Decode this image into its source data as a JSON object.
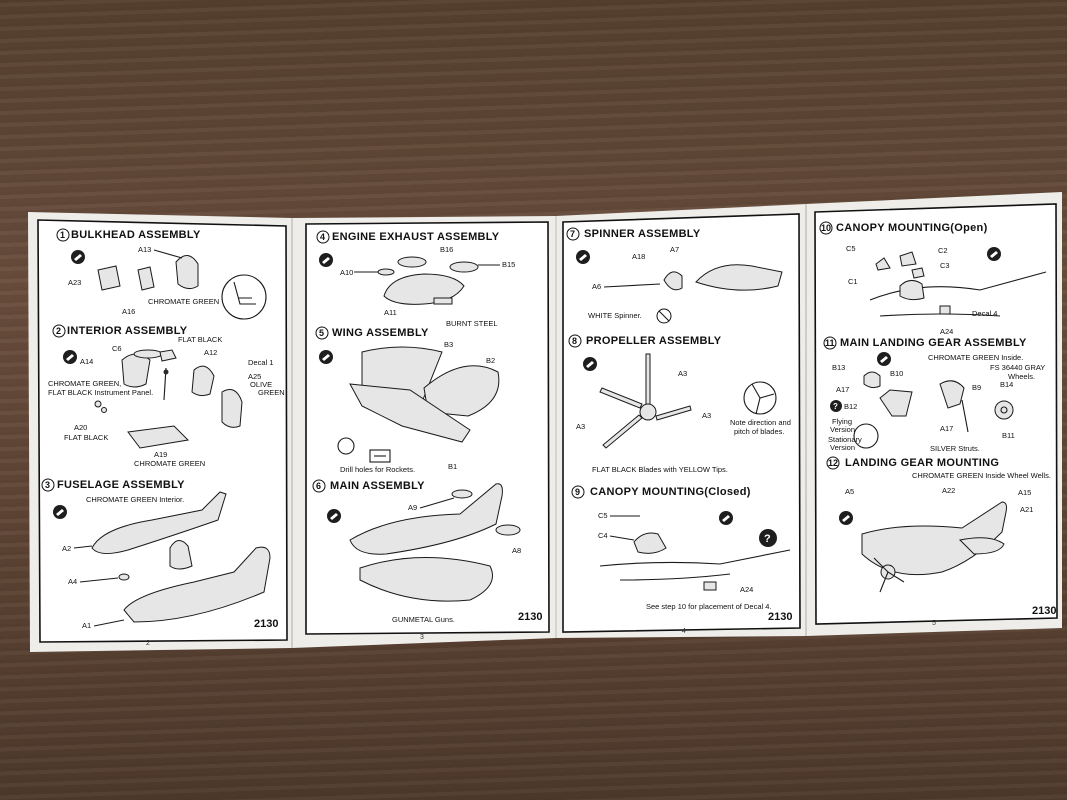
{
  "pages": [
    {
      "page_number": "2",
      "kit_number": "2130",
      "steps": [
        {
          "num": "1",
          "title": "BULKHEAD  ASSEMBLY"
        },
        {
          "num": "2",
          "title": "INTERIOR  ASSEMBLY"
        },
        {
          "num": "3",
          "title": "FUSELAGE  ASSEMBLY"
        }
      ],
      "labels": {
        "a13": "A13",
        "a23": "A23",
        "a16": "A16",
        "chromate_green_1": "CHROMATE GREEN",
        "flat_black_2": "FLAT BLACK",
        "c6": "C6",
        "a12": "A12",
        "decal1": "Decal 1",
        "a14": "A14",
        "a25": "A25",
        "olive": "OLIVE",
        "green": "GREEN",
        "chromate_line1": "CHROMATE GREEN,",
        "chromate_line2": "FLAT BLACK Instrument Panel.",
        "a20": "A20",
        "flat_black_3": "FLAT BLACK",
        "a19": "A19",
        "chromate_green_2": "CHROMATE GREEN",
        "chromate_interior": "CHROMATE GREEN Interior.",
        "a2": "A2",
        "a4": "A4",
        "a1": "A1"
      }
    },
    {
      "page_number": "3",
      "kit_number": "2130",
      "steps": [
        {
          "num": "4",
          "title": "ENGINE  EXHAUST  ASSEMBLY"
        },
        {
          "num": "5",
          "title": "WING  ASSEMBLY"
        },
        {
          "num": "6",
          "title": "MAIN  ASSEMBLY"
        }
      ],
      "labels": {
        "b16": "B16",
        "a10": "A10",
        "b15": "B15",
        "a11": "A11",
        "burnt_steel": "BURNT STEEL",
        "b3": "B3",
        "b2": "B2",
        "b1": "B1",
        "drill": "Drill holes for Rockets.",
        "a9": "A9",
        "a8": "A8",
        "gunmetal": "GUNMETAL Guns."
      }
    },
    {
      "page_number": "4",
      "kit_number": "2130",
      "steps": [
        {
          "num": "7",
          "title": "SPINNER  ASSEMBLY"
        },
        {
          "num": "8",
          "title": "PROPELLER  ASSEMBLY"
        },
        {
          "num": "9",
          "title": "CANOPY  MOUNTING(Closed)"
        }
      ],
      "labels": {
        "a7": "A7",
        "a18": "A18",
        "a6": "A6",
        "white_spinner": "WHITE Spinner.",
        "a3a": "A3",
        "a3b": "A3",
        "a3c": "A3",
        "note1": "Note direction and",
        "note2": "pitch of blades.",
        "flat_black_blades": "FLAT BLACK Blades with YELLOW Tips.",
        "c5": "C5",
        "c4": "C4",
        "a24": "A24",
        "see_step": "See step 10 for placement of Decal 4."
      }
    },
    {
      "page_number": "5",
      "kit_number": "2130",
      "steps": [
        {
          "num": "10",
          "title": "CANOPY  MOUNTING(Open)"
        },
        {
          "num": "11",
          "title": "MAIN  LANDING  GEAR  ASSEMBLY"
        },
        {
          "num": "12",
          "title": "LANDING  GEAR  MOUNTING"
        }
      ],
      "labels": {
        "c5": "C5",
        "c2": "C2",
        "c3": "C3",
        "c1": "C1",
        "decal4": "Decal 4",
        "a24": "A24",
        "chromate_inside": "CHROMATE GREEN Inside.",
        "b13": "B13",
        "b10": "B10",
        "fs1": "FS 36440 GRAY",
        "fs2": "Wheels.",
        "b9": "B9",
        "b14": "B14",
        "a17a": "A17",
        "b12": "B12",
        "flying1": "Flying",
        "flying2": "Version",
        "stationary1": "Stationary",
        "stationary2": "Version",
        "a17b": "A17",
        "silver": "SILVER Struts.",
        "b11": "B11",
        "chromate_wells": "CHROMATE GREEN Inside Wheel Wells.",
        "a5": "A5",
        "a22": "A22",
        "a15": "A15",
        "a21": "A21"
      }
    }
  ]
}
